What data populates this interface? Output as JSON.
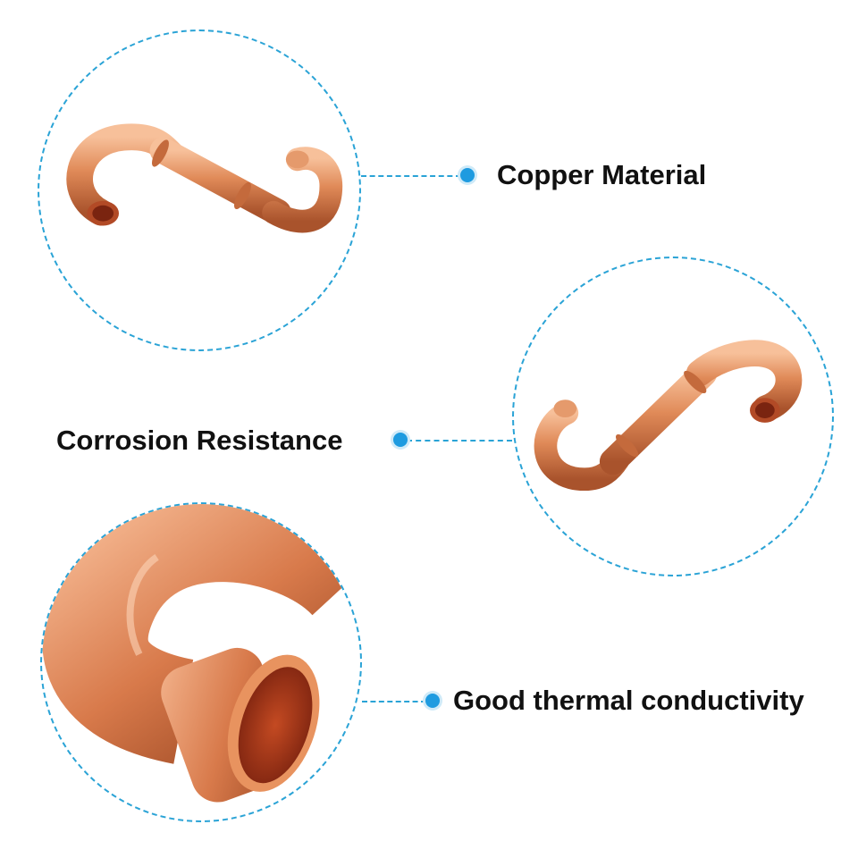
{
  "features": [
    {
      "label": "Copper Material"
    },
    {
      "label": "Corrosion Resistance"
    },
    {
      "label": "Good thermal conductivity"
    }
  ],
  "colors": {
    "accent": "#2aa3d6",
    "dot": "#1e9be0",
    "copper": "#d9784a",
    "copper_light": "#f4b28a",
    "copper_dark": "#a24a25",
    "text": "#111111"
  }
}
